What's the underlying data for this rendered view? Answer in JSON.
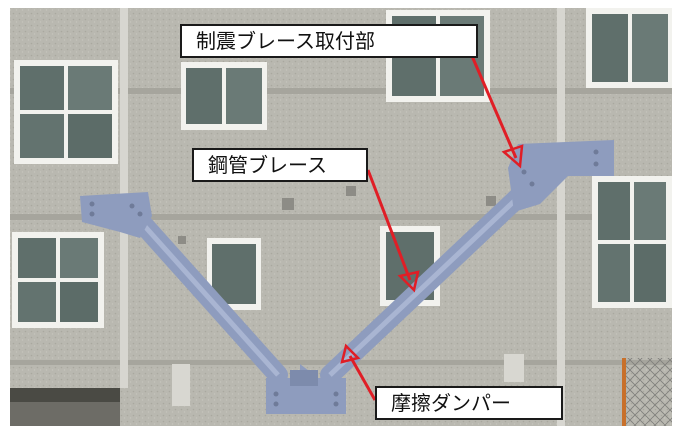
{
  "labels": {
    "brace_mount": "制震ブレース取付部",
    "steel_brace": "鋼管ブレース",
    "friction_damper": "摩擦ダンパー"
  },
  "colors": {
    "arrow": "#e01e26",
    "brace": "#8e9cbe",
    "wall": "#b7b6ae",
    "window_frame": "#f2f2ee",
    "glass": "#5f6f6b"
  }
}
